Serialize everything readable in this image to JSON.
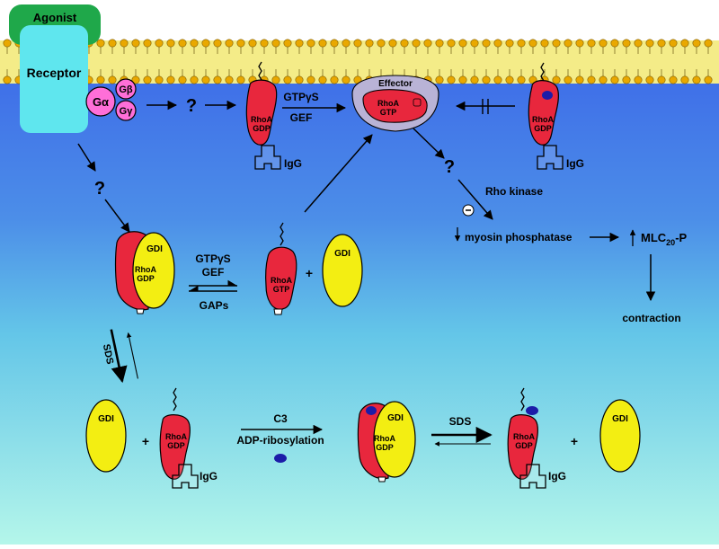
{
  "colors": {
    "membrane_band": "#f4ec88",
    "lipid_head": "#e9a800",
    "cytosol_top": "#3f6fe8",
    "cytosol_mid": "#56b8ea",
    "cytosol_bottom": "#aef2ea",
    "agonist": "#1fa84a",
    "receptor": "#5fe6ee",
    "g_protein": "#ff6fd8",
    "rhoa": "#e8273d",
    "gdi": "#f3ee12",
    "effector": "#b9b3d6",
    "adp_ribose_dot": "#1c1ca8",
    "ink": "#000000"
  },
  "membrane": {
    "agonist_label": "Agonist",
    "receptor_label": "Receptor"
  },
  "g_protein": {
    "alpha": "Gα",
    "beta": "Gβ",
    "gamma": "Gγ",
    "unknown_mark": "?"
  },
  "activation": {
    "exchange_top": "GTPγS",
    "exchange_bottom": "GEF",
    "effector_label": "Effector",
    "blocked_icon": "blocked-arrow-icon"
  },
  "proteins": {
    "rhoa": "RhoA",
    "gdp": "GDP",
    "gtp": "GTP",
    "gdi": "GDI",
    "igg": "IgG",
    "plus": "+"
  },
  "cytosol_cycle": {
    "question_mark": "?",
    "forward_top": "GTPγS",
    "forward_bottom": "GEF",
    "reverse": "GAPs"
  },
  "downstream": {
    "unknown_mark": "?",
    "kinase": "Rho kinase",
    "inhibition": "⊖",
    "phosphatase": "myosin phosphatase",
    "mlc_main": "MLC",
    "mlc_sub": "20",
    "mlc_suffix": "-P",
    "outcome": "contraction"
  },
  "extraction": {
    "sds": "SDS",
    "c3_top": "C3",
    "c3_bottom": "ADP-ribosylation",
    "sds_right": "SDS"
  }
}
